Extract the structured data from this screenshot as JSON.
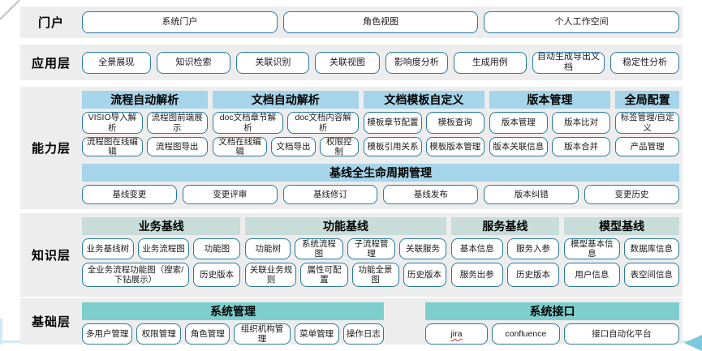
{
  "portal": {
    "label": "门户",
    "buttons": [
      "系统门户",
      "角色视图",
      "个人工作空间"
    ]
  },
  "app": {
    "label": "应用层",
    "buttons": [
      "全景展现",
      "知识检索",
      "关联识别",
      "关联视图",
      "影响度分析",
      "生成用例",
      "自动生成导出文档",
      "稳定性分析"
    ]
  },
  "capability": {
    "label": "能力层",
    "groups": [
      {
        "header": "流程自动解析",
        "rows": [
          [
            "VISIO导入解析",
            "流程图前端展示"
          ],
          [
            "流程图在线编辑",
            "流程图导出"
          ]
        ]
      },
      {
        "header": "文档自动解析",
        "rows": [
          [
            "doc文档章节解析",
            "doc文档内容解析"
          ],
          [
            "文档在线编辑",
            "文档导出",
            "权限控制"
          ]
        ]
      },
      {
        "header": "文档模板自定义",
        "rows": [
          [
            "模板章节配置",
            "模板查询"
          ],
          [
            "模板引用关系",
            "模板版本管理"
          ]
        ]
      },
      {
        "header": "版本管理",
        "rows": [
          [
            "版本管理",
            "版本比对"
          ],
          [
            "版本关联信息",
            "版本合并"
          ]
        ]
      },
      {
        "header": "全局配置",
        "rows": [
          [
            "标签管理/自定义"
          ],
          [
            "产品管理"
          ]
        ]
      }
    ],
    "baseline": {
      "header": "基线全生命周期管理",
      "buttons": [
        "基线变更",
        "变更评审",
        "基线修订",
        "基线发布",
        "版本纠错",
        "变更历史"
      ]
    }
  },
  "knowledge": {
    "label": "知识层",
    "groups": [
      {
        "header": "业务基线",
        "rows": [
          [
            "业务基线树",
            "业务流程图",
            "功能图"
          ],
          [
            "全业务流程功能图（搜索/下钻展示）",
            "历史版本"
          ]
        ]
      },
      {
        "header": "功能基线",
        "rows": [
          [
            "功能树",
            "系统流程图",
            "子流程管理",
            "关联服务"
          ],
          [
            "关联业务规则",
            "属性可配置",
            "功能全景图",
            "历史版本"
          ]
        ]
      },
      {
        "header": "服务基线",
        "rows": [
          [
            "基本信息",
            "服务入参"
          ],
          [
            "服务出参",
            "历史版本"
          ]
        ]
      },
      {
        "header": "模型基线",
        "rows": [
          [
            "模型基本信息",
            "数据库信息"
          ],
          [
            "用户信息",
            "表空间信息"
          ]
        ]
      }
    ]
  },
  "base": {
    "label": "基础层",
    "groups": [
      {
        "header": "系统管理",
        "rows": [
          [
            "多用户管理",
            "权限管理",
            "角色管理",
            "组织机构管理",
            "菜单管理",
            "操作日志"
          ]
        ]
      },
      {
        "header": "系统接口",
        "rows": [
          [
            "jira",
            "confluence",
            "接口自动化平台"
          ]
        ]
      }
    ]
  },
  "colors": {
    "band-bg": "#ededed",
    "header-blue": "#a6d4e8",
    "header-sage": "#c8dcd9",
    "header-teal": "#7fcece",
    "box-border": "#2b7a9b",
    "box-bg": "#ffffff",
    "text": "#1a1a1a",
    "accent-line": "#cfeaf4",
    "accent-arrow": "#7cc8dc",
    "misspell-underline": "#e02020",
    "corner-line": "#c9c9c9"
  }
}
